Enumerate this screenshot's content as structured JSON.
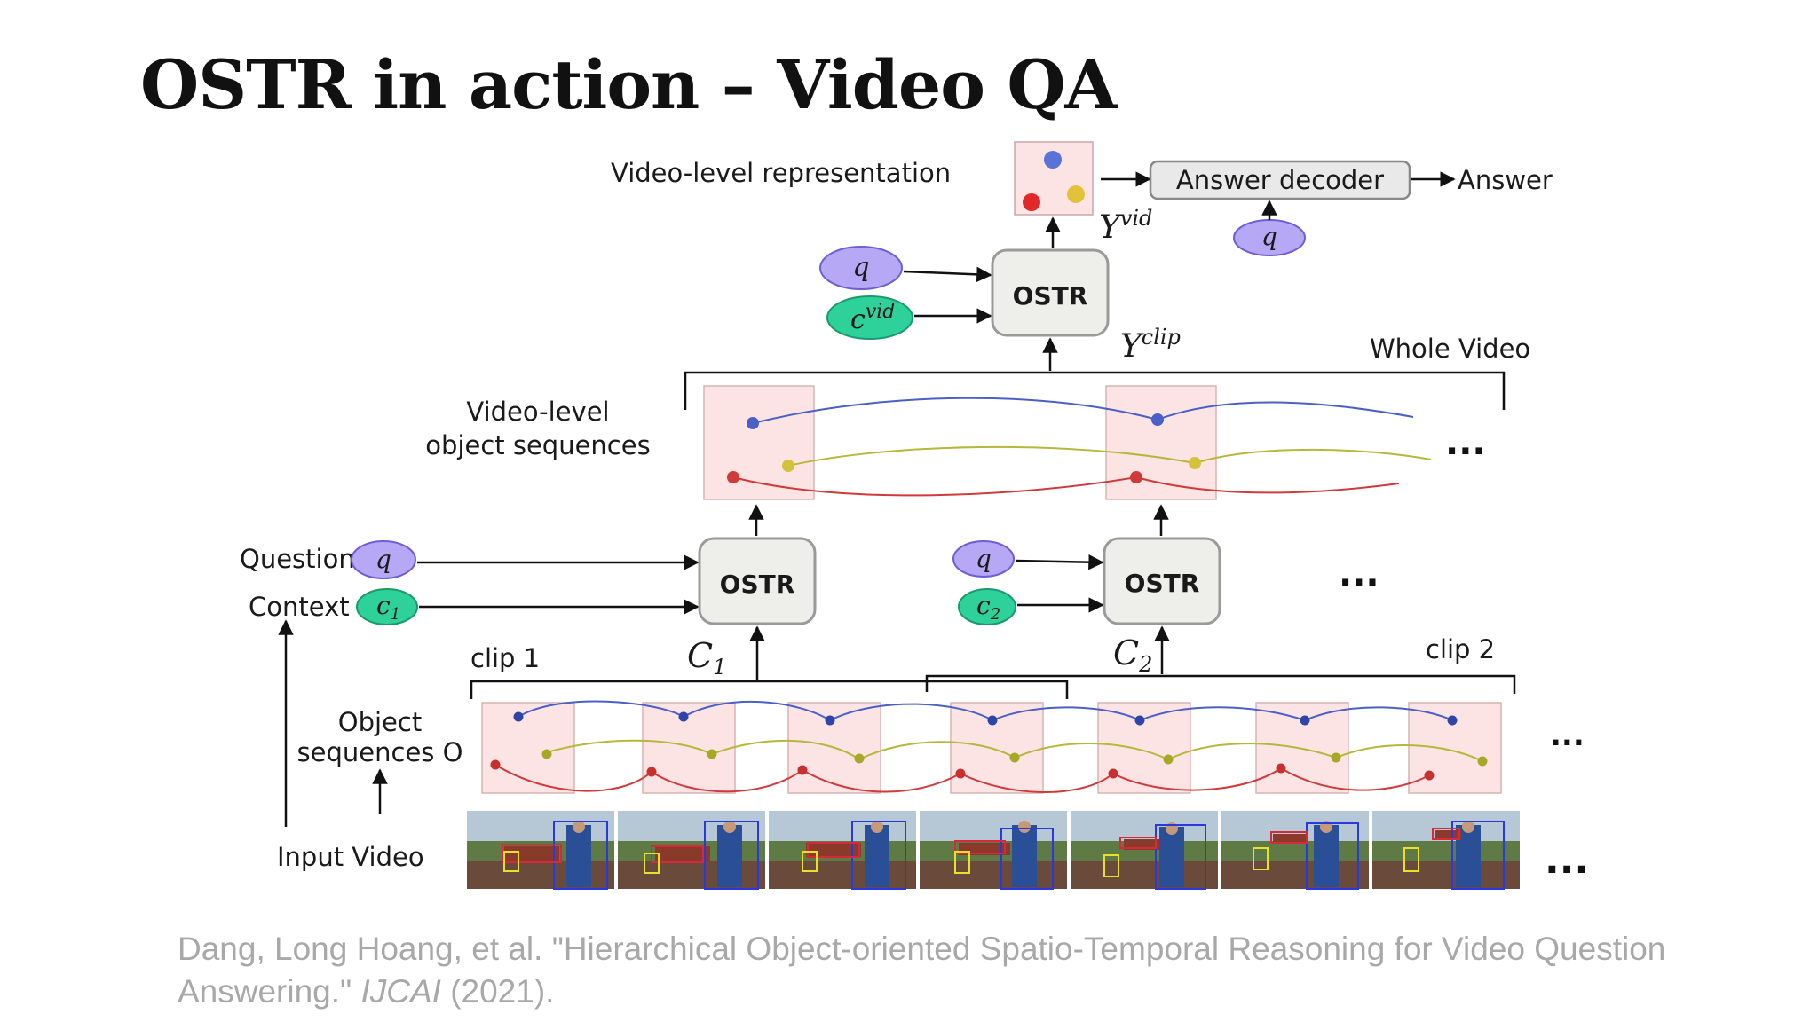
{
  "title": "OSTR in action – Video QA",
  "citation": {
    "text": "Dang, Long Hoang, et al. \"Hierarchical Object-oriented Spatio-Temporal Reasoning for Video Question Answering.\" ",
    "venue": "IJCAI",
    "year": " (2021)."
  },
  "diagram": {
    "video_level_representation": "Video-level representation",
    "answer_decoder": "Answer decoder",
    "answer": "Answer",
    "ostr": "OSTR",
    "whole_video": "Whole Video",
    "video_level_object_sequences": [
      "Video-level",
      "object sequences"
    ],
    "question": "Question",
    "context": "Context",
    "clip1": "clip 1",
    "clip2": "clip 2",
    "object_sequences": [
      "Object",
      "sequences O"
    ],
    "input_video": "Input Video",
    "ellipsis": "...",
    "math": {
      "q": "q",
      "c1": "c",
      "c1_sub": "1",
      "c2": "c",
      "c2_sub": "2",
      "C1": "C",
      "C1_sub": "1",
      "C2": "C",
      "C2_sub": "2",
      "cvid": "c",
      "cvid_sup": "vid",
      "Yvid": "Y",
      "Yvid_sup": "vid",
      "Yclip": "Y",
      "Yclip_sup": "clip"
    }
  },
  "colors": {
    "blue_seq": "#4a5fc8",
    "yellow_seq": "#b5b83a",
    "red_seq": "#d03a3a",
    "q_node": "#b6a8f5",
    "c_node": "#2fd19a",
    "frame_box": "#fce4e4"
  }
}
